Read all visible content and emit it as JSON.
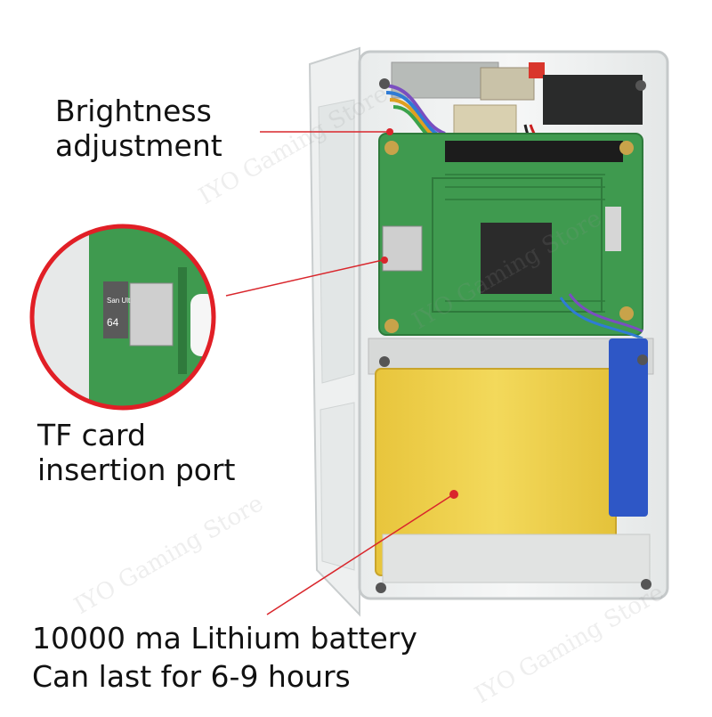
{
  "callouts": {
    "brightness": {
      "line1": "Brightness",
      "line2": "adjustment"
    },
    "tf_card": {
      "line1": "TF card",
      "line2": "insertion port"
    },
    "battery": {
      "line1": "10000 ma Lithium battery",
      "line2": "Can last for 6-9 hours"
    }
  },
  "watermark": "IYO Gaming Store",
  "zoom_inset": {
    "card_brand": "San Ult",
    "card_size": "64"
  },
  "colors": {
    "callout_line": "#d9262c",
    "inset_border": "#e11f26",
    "battery_yellow": "#f0d24a",
    "pcb_green": "#3f9a4f"
  }
}
